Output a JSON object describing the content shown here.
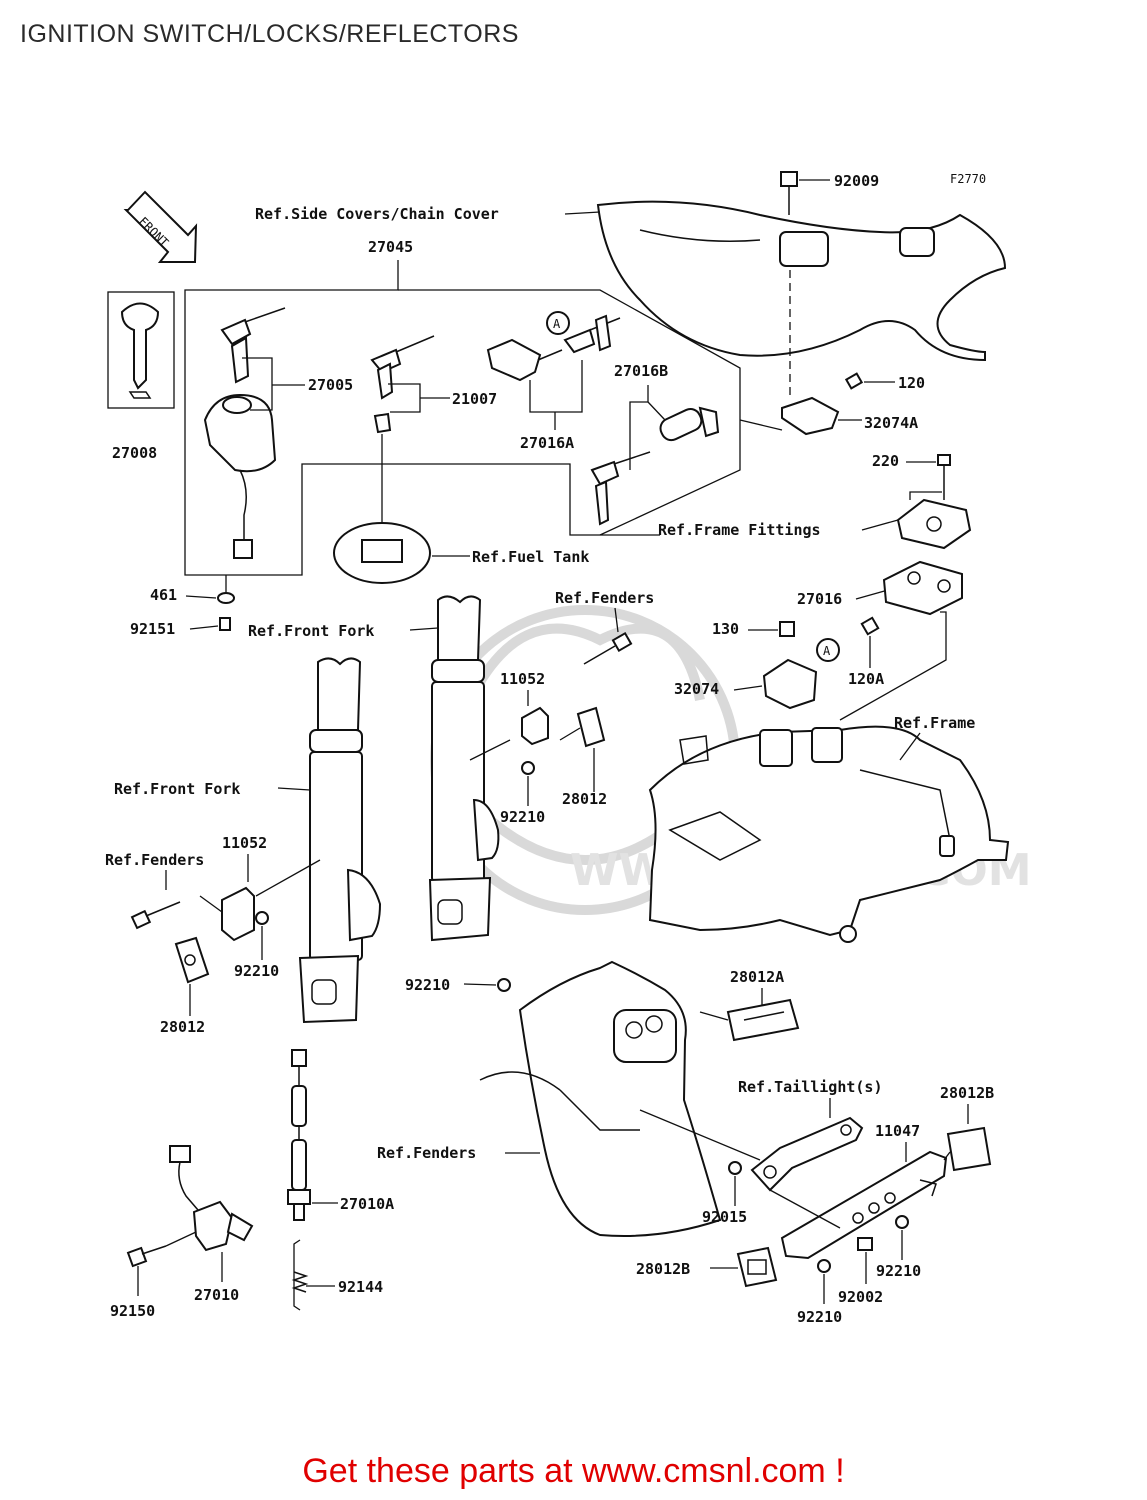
{
  "page": {
    "title": "IGNITION SWITCH/LOCKS/REFLECTORS",
    "cta": "Get these parts at www.cmsnl.com !"
  },
  "diagram": {
    "figure_code": "F2770",
    "front_arrow": "FRONT",
    "watermark": "WWW.CMSNL.COM",
    "callout_a": "A",
    "labels": {
      "ref_side_covers": "Ref.Side Covers/Chain Cover",
      "p27045": "27045",
      "p92009": "92009",
      "p27005": "27005",
      "p21007": "21007",
      "p27016a": "27016A",
      "p27016b": "27016B",
      "p120": "120",
      "p32074a": "32074A",
      "p220": "220",
      "ref_frame_fittings": "Ref.Frame Fittings",
      "p27008": "27008",
      "ref_fuel_tank": "Ref.Fuel Tank",
      "p461": "461",
      "p92151": "92151",
      "ref_front_fork_1": "Ref.Front Fork",
      "ref_fenders_1": "Ref.Fenders",
      "p27016": "27016",
      "p130": "130",
      "p120a": "120A",
      "p11052_1": "11052",
      "p32074": "32074",
      "ref_frame": "Ref.Frame",
      "p92210_1": "92210",
      "p28012_1": "28012",
      "ref_front_fork_2": "Ref.Front Fork",
      "p11052_2": "11052",
      "ref_fenders_2": "Ref.Fenders",
      "p92210_2": "92210",
      "p28012_2": "28012",
      "p92210_3": "92210",
      "p28012a": "28012A",
      "ref_taillight": "Ref.Taillight(s)",
      "p28012b_1": "28012B",
      "p11047": "11047",
      "ref_fenders_3": "Ref.Fenders",
      "p27010a": "27010A",
      "p92015": "92015",
      "p92210_4": "92210",
      "p28012b_2": "28012B",
      "p92002": "92002",
      "p92210_5": "92210",
      "p92144": "92144",
      "p92150": "92150",
      "p27010": "27010"
    }
  }
}
